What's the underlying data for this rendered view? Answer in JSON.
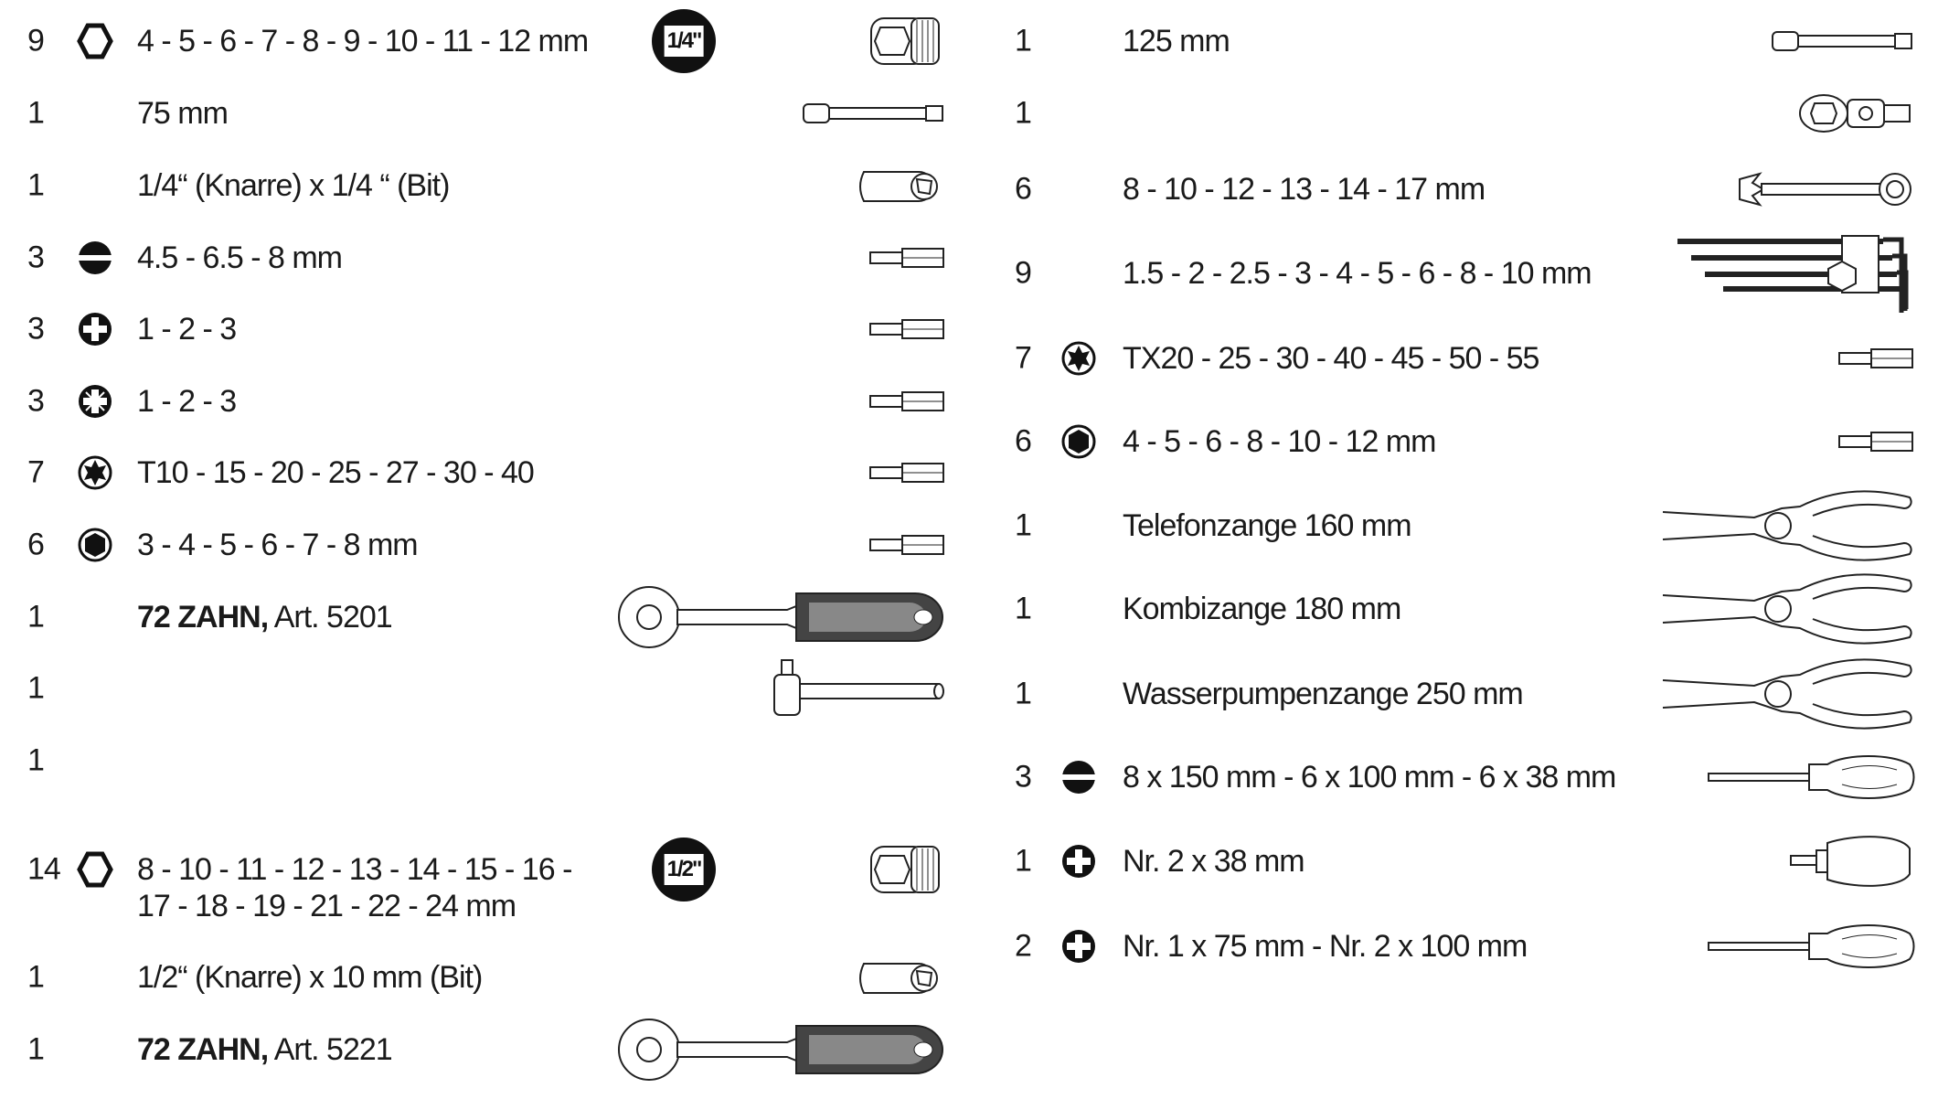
{
  "left": [
    {
      "qty": "9",
      "icon": "hex-outline",
      "text": "4 - 5 - 6 - 7 - 8 - 9 - 10 - 11 - 12 mm",
      "badge": "1/4\"",
      "tool": "socket"
    },
    {
      "qty": "1",
      "icon": "",
      "text": "75 mm",
      "tool": "extension"
    },
    {
      "qty": "1",
      "icon": "",
      "text": "1/4“ (Knarre) x 1/4 “ (Bit)",
      "tool": "adapter"
    },
    {
      "qty": "3",
      "icon": "slot",
      "text": "4.5 - 6.5 - 8 mm",
      "tool": "bit"
    },
    {
      "qty": "3",
      "icon": "phillips",
      "text": "1 - 2 - 3",
      "tool": "bit"
    },
    {
      "qty": "3",
      "icon": "pozidriv",
      "text": "1 - 2 - 3",
      "tool": "bit"
    },
    {
      "qty": "7",
      "icon": "torx",
      "text": "T10 - 15 - 20 - 25 - 27 - 30 - 40",
      "tool": "bit"
    },
    {
      "qty": "6",
      "icon": "hex-socket",
      "text": "3 - 4 - 5 - 6 - 7 - 8 mm",
      "tool": "bit"
    },
    {
      "qty": "1",
      "icon": "",
      "bold": "72 ZAHN,",
      "text": " Art. 5201",
      "tool": "ratchet"
    },
    {
      "qty": "1",
      "icon": "",
      "text": "",
      "tool": "t-bar"
    },
    {
      "qty": "1",
      "icon": "",
      "text": "",
      "tool": ""
    },
    {
      "qty": "14",
      "icon": "hex-outline",
      "text": "8 - 10 - 11 - 12 - 13 - 14 - 15 - 16 -",
      "text2": "17 - 18 - 19 - 21 - 22 - 24 mm",
      "badge": "1/2\"",
      "tool": "socket"
    },
    {
      "qty": "1",
      "icon": "",
      "text": "1/2“ (Knarre) x 10 mm (Bit)",
      "tool": "adapter"
    },
    {
      "qty": "1",
      "icon": "",
      "bold": "72 ZAHN,",
      "text": " Art. 5221",
      "tool": "ratchet"
    }
  ],
  "right": [
    {
      "qty": "1",
      "icon": "",
      "text": "125 mm",
      "tool": "extension"
    },
    {
      "qty": "1",
      "icon": "",
      "text": "",
      "tool": "universal-joint"
    },
    {
      "qty": "6",
      "icon": "",
      "text": "8 - 10 - 12 - 13 - 14 - 17 mm",
      "tool": "wrench"
    },
    {
      "qty": "9",
      "icon": "",
      "text": "1.5 - 2 - 2.5 - 3 - 4 - 5 - 6 - 8 - 10 mm",
      "tool": "hex-keys"
    },
    {
      "qty": "7",
      "icon": "torx",
      "text": "TX20 - 25 - 30 - 40 - 45 - 50 - 55",
      "tool": "bit"
    },
    {
      "qty": "6",
      "icon": "hex-socket",
      "text": "4 - 5 - 6 - 8 - 10 - 12 mm",
      "tool": "bit"
    },
    {
      "qty": "1",
      "icon": "",
      "text": "Telefonzange 160 mm",
      "tool": "pliers"
    },
    {
      "qty": "1",
      "icon": "",
      "text": "Kombizange 180 mm",
      "tool": "pliers"
    },
    {
      "qty": "1",
      "icon": "",
      "text": "Wasserpumpenzange 250 mm",
      "tool": "pliers"
    },
    {
      "qty": "3",
      "icon": "slot",
      "text": "8 x 150 mm - 6 x 100 mm - 6 x 38 mm",
      "tool": "screwdriver"
    },
    {
      "qty": "1",
      "icon": "phillips",
      "text": "Nr. 2 x 38 mm",
      "tool": "screwdriver-short"
    },
    {
      "qty": "2",
      "icon": "phillips",
      "text": "Nr. 1 x 75 mm  -  Nr. 2 x 100 mm",
      "tool": "screwdriver"
    }
  ],
  "colors": {
    "ink": "#1a1a1a",
    "handle": "#555555"
  }
}
